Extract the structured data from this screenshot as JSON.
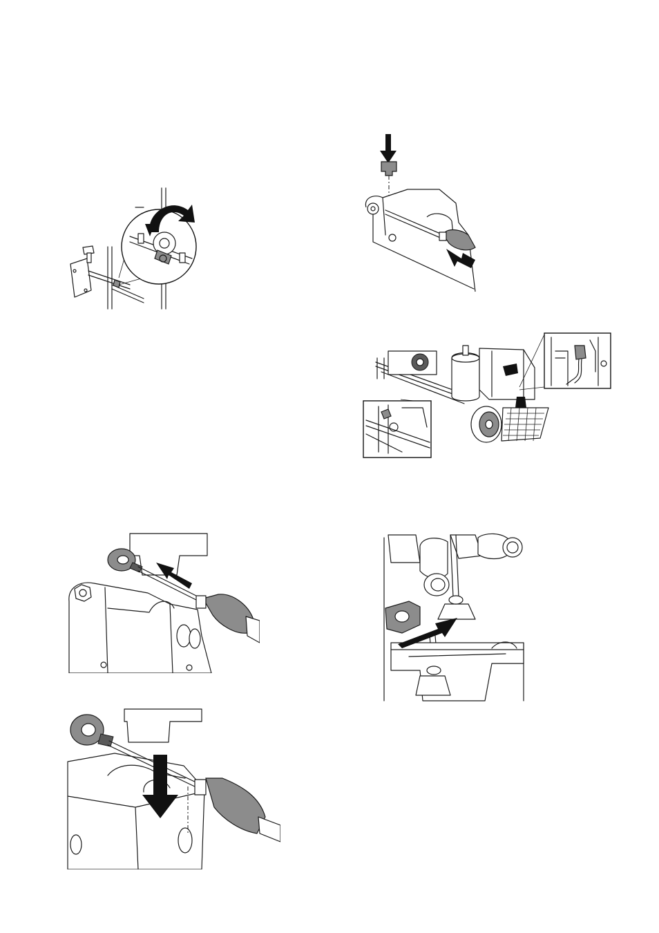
{
  "figures": [
    {
      "id": "fig-turn-fitting",
      "icon": "rotate-arrow-icon"
    },
    {
      "id": "fig-insert-clip",
      "icon": "down-arrow-icon"
    },
    {
      "id": "fig-machine-overview",
      "icon": "detail-callout-icon"
    },
    {
      "id": "fig-slide-cable",
      "icon": "push-arrow-icon"
    },
    {
      "id": "fig-insert-plate",
      "icon": "push-arrow-icon"
    },
    {
      "id": "fig-drop-cable",
      "icon": "down-arrow-icon"
    }
  ],
  "colors": {
    "line": "#1a1a1a",
    "fill_grey": "#8c8c8c",
    "arrow": "#111111",
    "background": "#ffffff"
  }
}
